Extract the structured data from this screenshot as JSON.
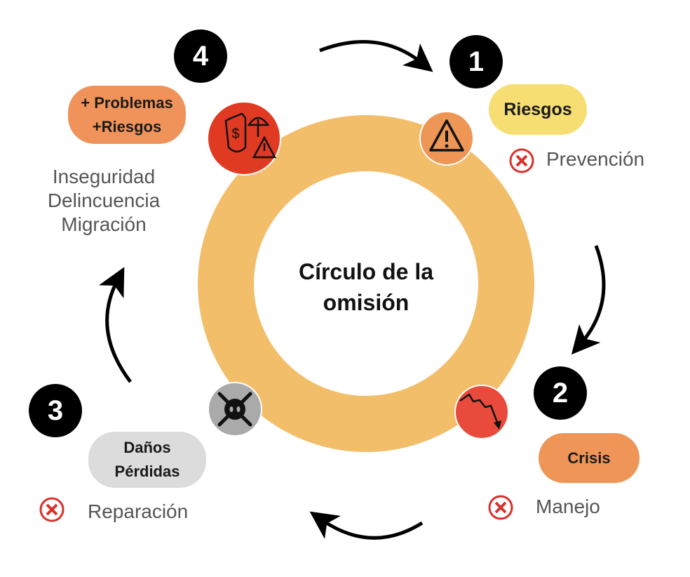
{
  "center_title": "Círculo de la omisión",
  "steps": [
    {
      "number": "1",
      "label": "Riesgos",
      "negated": "Prevención",
      "color": "#F7DE73"
    },
    {
      "number": "2",
      "label": "Crisis",
      "negated": "Manejo",
      "color": "#EF9558"
    },
    {
      "number": "3",
      "label_lines": [
        "Daños",
        "Pérdidas"
      ],
      "negated": "Reparación",
      "color": "#DCDCDC"
    },
    {
      "number": "4",
      "label_lines": [
        "+ Problemas",
        "+Riesgos"
      ],
      "consequences": [
        "Inseguridad",
        "Delincuencia",
        "Migración"
      ],
      "color": "#F0935A"
    }
  ],
  "colors": {
    "ring": "#F2BE6A",
    "x_mark": "#D9302B"
  }
}
